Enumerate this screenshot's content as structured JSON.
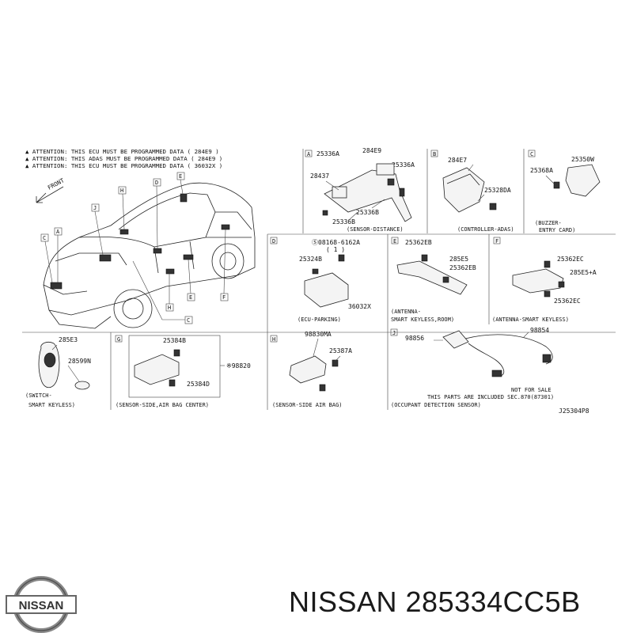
{
  "attention_lines": [
    "▲ ATTENTION: THIS ECU MUST BE PROGRAMMED DATA ( 284E9 )",
    "▲ ATTENTION: THIS ADAS MUST BE PROGRAMMED DATA ( 284E9 )",
    "▲ ATTENTION: THIS ECU MUST BE PROGRAMMED DATA ( 36032X )"
  ],
  "front_label": "FRONT",
  "car_callouts": [
    "H",
    "D",
    "E",
    "J",
    "C",
    "A",
    "H",
    "E",
    "F",
    "C"
  ],
  "panels": {
    "A": {
      "letter": "A",
      "parts": [
        "25336A",
        "284E9",
        "25336A",
        "28437",
        "25336B",
        "25336B"
      ],
      "caption": "(SENSOR-DISTANCE)"
    },
    "B": {
      "letter": "B",
      "parts": [
        "284E7",
        "25328DA"
      ],
      "caption": "(CONTROLLER-ADAS)"
    },
    "C": {
      "letter": "C",
      "parts": [
        "25350W",
        "25368A"
      ],
      "caption": "(BUZZER-",
      "caption2": "ENTRY CARD)"
    },
    "D": {
      "letter": "D",
      "parts": [
        "Ⓢ08168-6162A",
        "( 1 )",
        "25324B",
        "36032X"
      ],
      "caption": "(ECU-PARKING)"
    },
    "E": {
      "letter": "E",
      "parts": [
        "25362EB",
        "285E5",
        "25362EB"
      ],
      "caption": "(ANTENNA-",
      "caption2": "SMART KEYLESS,ROOM)"
    },
    "F": {
      "letter": "F",
      "parts": [
        "25362EC",
        "285E5+A",
        "25362EC"
      ],
      "caption": "(ANTENNA-SMART KEYLESS)"
    },
    "S": {
      "parts": [
        "285E3",
        "28599N"
      ],
      "caption": "(SWITCH-",
      "caption2": "SMART KEYLESS)"
    },
    "G": {
      "letter": "G",
      "parts": [
        "25384B",
        "※98820",
        "25384D"
      ],
      "caption": "(SENSOR-SIDE,AIR BAG CENTER)"
    },
    "H": {
      "letter": "H",
      "parts": [
        "98830MA",
        "25387A"
      ],
      "caption": "(SENSOR-SIDE AIR BAG)"
    },
    "J": {
      "letter": "J",
      "parts": [
        "98856",
        "98854"
      ],
      "note1": "NOT FOR SALE",
      "note2": "THIS PARTS ARE INCLUDED SEC.870(87301)",
      "caption": "(OCCUPANT DETECTION SENSOR)"
    }
  },
  "diagram_code": "J25304P8",
  "brand": {
    "logo_text": "NISSAN",
    "part_title": "NISSAN 285334CC5B"
  }
}
